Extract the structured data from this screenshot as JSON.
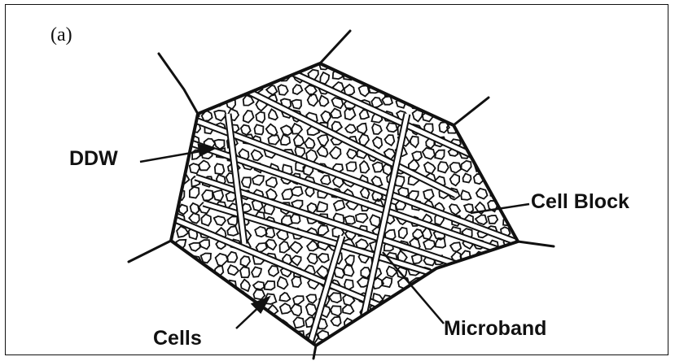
{
  "panel_label": "(a)",
  "labels": {
    "ddw": "DDW",
    "cell_block": "Cell Block",
    "microband": "Microband",
    "cells": "Cells"
  }
}
